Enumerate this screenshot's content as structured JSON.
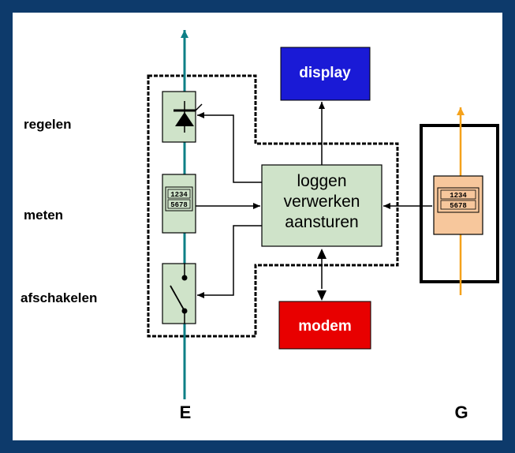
{
  "side_labels": {
    "regelen": "regelen",
    "meten": "meten",
    "afschakelen": "afschakelen"
  },
  "boxes": {
    "display": "display",
    "modem": "modem"
  },
  "center_lines": [
    "loggen",
    "verwerken",
    "aansturen"
  ],
  "meter_digits": {
    "top": "1234",
    "bottom": "5678"
  },
  "bottom_labels": {
    "e": "E",
    "g": "G"
  },
  "colors": {
    "frame": "#0d3a6b",
    "display": "#1a1ad6",
    "modem": "#e80000",
    "block_fill": "#cfe3c9",
    "gas_meter_fill": "#f7c79c",
    "electric_line": "#0e7f86",
    "gas_line": "#f5a21b"
  }
}
